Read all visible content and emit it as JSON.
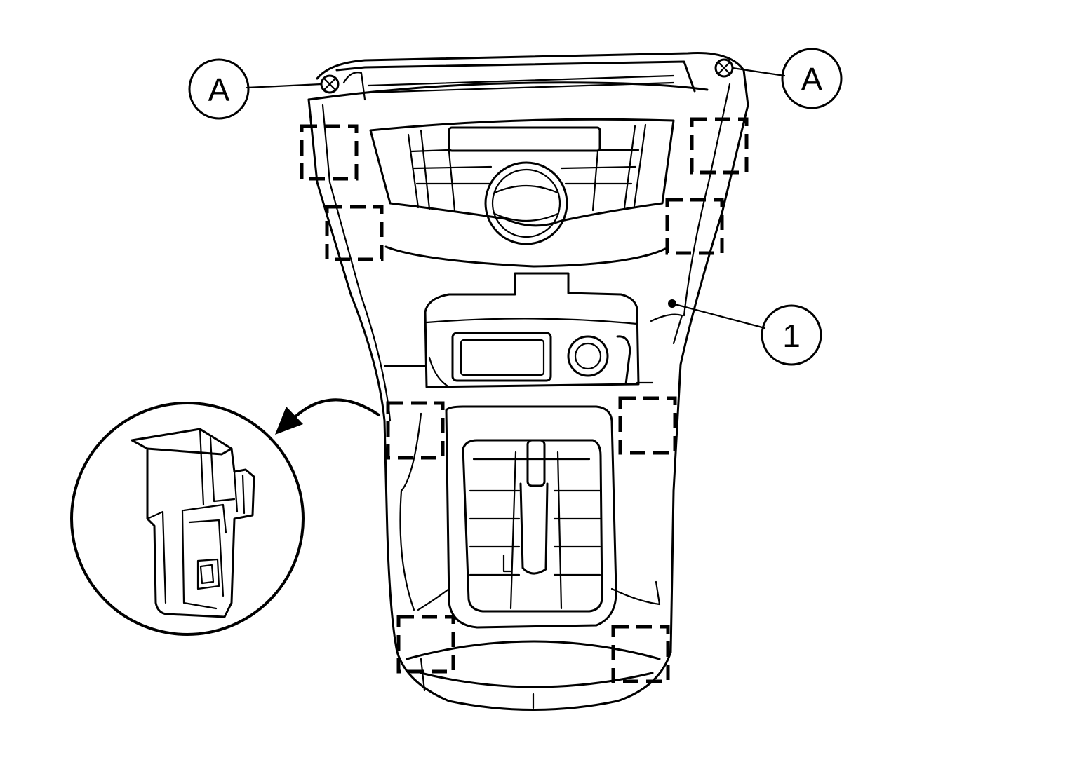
{
  "callouts": {
    "left_label": "A",
    "right_label": "A",
    "part_label": "1"
  },
  "colors": {
    "line": "#000000",
    "background": "#ffffff"
  },
  "icons": {
    "screw": "screw-icon",
    "arrow": "curved-arrow-icon"
  }
}
